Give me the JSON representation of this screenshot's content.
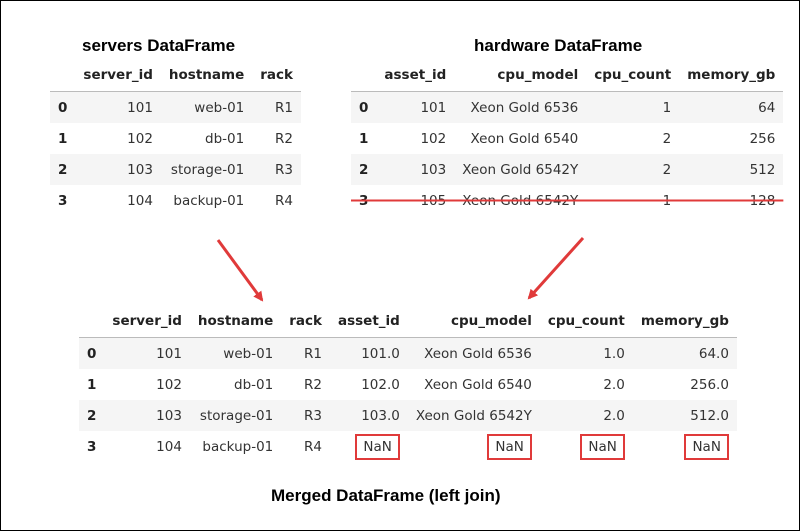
{
  "servers": {
    "title": "servers DataFrame",
    "columns": [
      "",
      "server_id",
      "hostname",
      "rack"
    ],
    "rows": [
      [
        "0",
        "101",
        "web-01",
        "R1"
      ],
      [
        "1",
        "102",
        "db-01",
        "R2"
      ],
      [
        "2",
        "103",
        "storage-01",
        "R3"
      ],
      [
        "3",
        "104",
        "backup-01",
        "R4"
      ]
    ]
  },
  "hardware": {
    "title": "hardware DataFrame",
    "columns": [
      "",
      "asset_id",
      "cpu_model",
      "cpu_count",
      "memory_gb"
    ],
    "rows": [
      [
        "0",
        "101",
        "Xeon Gold 6536",
        "1",
        "64"
      ],
      [
        "1",
        "102",
        "Xeon Gold 6540",
        "2",
        "256"
      ],
      [
        "2",
        "103",
        "Xeon Gold 6542Y",
        "2",
        "512"
      ],
      [
        "3",
        "105",
        "Xeon Gold 6542Y",
        "1",
        "128"
      ]
    ],
    "struck_row": 3
  },
  "merged": {
    "title": "Merged DataFrame (left join)",
    "columns": [
      "",
      "server_id",
      "hostname",
      "rack",
      "asset_id",
      "cpu_model",
      "cpu_count",
      "memory_gb"
    ],
    "rows": [
      [
        "0",
        "101",
        "web-01",
        "R1",
        "101.0",
        "Xeon Gold 6536",
        "1.0",
        "64.0"
      ],
      [
        "1",
        "102",
        "db-01",
        "R2",
        "102.0",
        "Xeon Gold 6540",
        "2.0",
        "256.0"
      ],
      [
        "2",
        "103",
        "storage-01",
        "R3",
        "103.0",
        "Xeon Gold 6542Y",
        "2.0",
        "512.0"
      ],
      [
        "3",
        "104",
        "backup-01",
        "R4",
        "NaN",
        "NaN",
        "NaN",
        "NaN"
      ]
    ]
  },
  "colors": {
    "highlight": "#e03a3a",
    "row_stripe": "#f5f5f5",
    "frame_border": "#000000"
  }
}
